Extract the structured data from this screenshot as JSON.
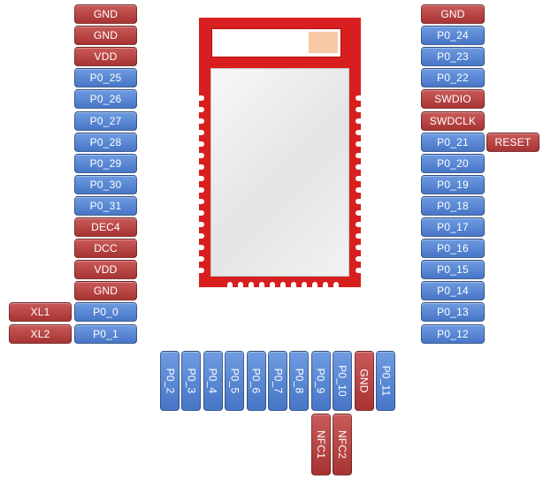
{
  "left_pins": [
    {
      "label": "GND",
      "color": "red"
    },
    {
      "label": "GND",
      "color": "red"
    },
    {
      "label": "VDD",
      "color": "red"
    },
    {
      "label": "P0_25",
      "color": "blue"
    },
    {
      "label": "P0_26",
      "color": "blue"
    },
    {
      "label": "P0_27",
      "color": "blue"
    },
    {
      "label": "P0_28",
      "color": "blue"
    },
    {
      "label": "P0_29",
      "color": "blue"
    },
    {
      "label": "P0_30",
      "color": "blue"
    },
    {
      "label": "P0_31",
      "color": "blue"
    },
    {
      "label": "DEC4",
      "color": "red"
    },
    {
      "label": "DCC",
      "color": "red"
    },
    {
      "label": "VDD",
      "color": "red"
    },
    {
      "label": "GND",
      "color": "red"
    },
    {
      "label": "P0_0",
      "color": "blue"
    },
    {
      "label": "P0_1",
      "color": "blue"
    }
  ],
  "left_extras": [
    {
      "label": "XL1",
      "color": "red"
    },
    {
      "label": "XL2",
      "color": "red"
    }
  ],
  "right_pins": [
    {
      "label": "GND",
      "color": "red"
    },
    {
      "label": "P0_24",
      "color": "blue"
    },
    {
      "label": "P0_23",
      "color": "blue"
    },
    {
      "label": "P0_22",
      "color": "blue"
    },
    {
      "label": "SWDIO",
      "color": "red"
    },
    {
      "label": "SWDCLK",
      "color": "red"
    },
    {
      "label": "P0_21",
      "color": "blue"
    },
    {
      "label": "P0_20",
      "color": "blue"
    },
    {
      "label": "P0_19",
      "color": "blue"
    },
    {
      "label": "P0_18",
      "color": "blue"
    },
    {
      "label": "P0_17",
      "color": "blue"
    },
    {
      "label": "P0_16",
      "color": "blue"
    },
    {
      "label": "P0_15",
      "color": "blue"
    },
    {
      "label": "P0_14",
      "color": "blue"
    },
    {
      "label": "P0_13",
      "color": "blue"
    },
    {
      "label": "P0_12",
      "color": "blue"
    }
  ],
  "reset_pin": {
    "label": "RESET",
    "color": "red"
  },
  "bottom_pins": [
    {
      "label": "P0_2",
      "color": "blue"
    },
    {
      "label": "P0_3",
      "color": "blue"
    },
    {
      "label": "P0_4",
      "color": "blue"
    },
    {
      "label": "P0_5",
      "color": "blue"
    },
    {
      "label": "P0_6",
      "color": "blue"
    },
    {
      "label": "P0_7",
      "color": "blue"
    },
    {
      "label": "P0_8",
      "color": "blue"
    },
    {
      "label": "P0_9",
      "color": "blue"
    },
    {
      "label": "P0_10",
      "color": "blue"
    },
    {
      "label": "GND",
      "color": "red"
    },
    {
      "label": "P0_11",
      "color": "blue"
    }
  ],
  "bottom_extras": [
    {
      "label": "NFC1",
      "color": "red"
    },
    {
      "label": "NFC2",
      "color": "red"
    }
  ],
  "colors": {
    "red": "#b83f3e",
    "blue": "#5784d4",
    "module": "#d81f1f"
  }
}
